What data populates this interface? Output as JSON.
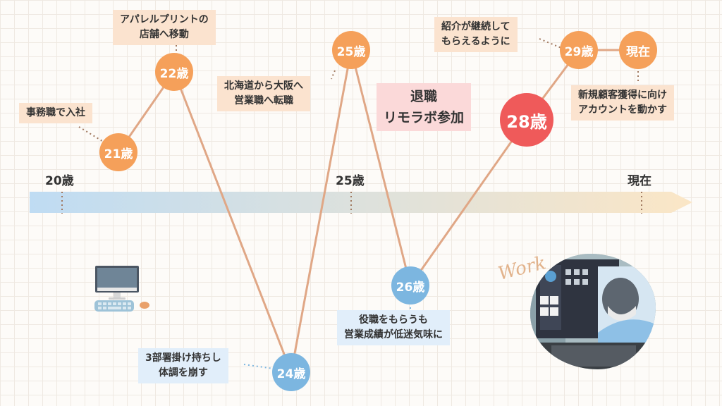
{
  "axis": {
    "labels": [
      "20歳",
      "25歳",
      "現在"
    ],
    "gradient_start": "#bfdcf3",
    "gradient_end": "#fbe6c6"
  },
  "nodes": [
    {
      "id": "age-21",
      "label": "21歳",
      "color": "orange"
    },
    {
      "id": "age-22",
      "label": "22歳",
      "color": "orange"
    },
    {
      "id": "age-24",
      "label": "24歳",
      "color": "blue"
    },
    {
      "id": "age-25",
      "label": "25歳",
      "color": "orange"
    },
    {
      "id": "age-26",
      "label": "26歳",
      "color": "blue"
    },
    {
      "id": "age-28",
      "label": "28歳",
      "color": "red"
    },
    {
      "id": "age-29",
      "label": "29歳",
      "color": "orange"
    },
    {
      "id": "now",
      "label": "現在",
      "color": "orange"
    }
  ],
  "events": {
    "age21": [
      "事務職で入社"
    ],
    "age22": [
      "アパレルプリントの",
      "店舗へ移動"
    ],
    "age24": [
      "3部署掛け持ちし",
      "体調を崩す"
    ],
    "age25": [
      "北海道から大阪へ",
      "営業職へ転職"
    ],
    "age26": [
      "役職をもらうも",
      "営業成績が低迷気味に"
    ],
    "age28": [
      "退職",
      "リモラボ参加"
    ],
    "age29": [
      "紹介が継続して",
      "もらえるように"
    ],
    "now": [
      "新規顧客獲得に向け",
      "アカウントを動かす"
    ]
  },
  "decor": {
    "work_text": "Work",
    "colors": {
      "orange": "#f5a05a",
      "blue": "#7cb6e0",
      "red": "#ef5a5a",
      "line": "#e0a786"
    },
    "icons": [
      "desktop-computer-icon",
      "keyboard-icon",
      "mouse-icon"
    ]
  }
}
